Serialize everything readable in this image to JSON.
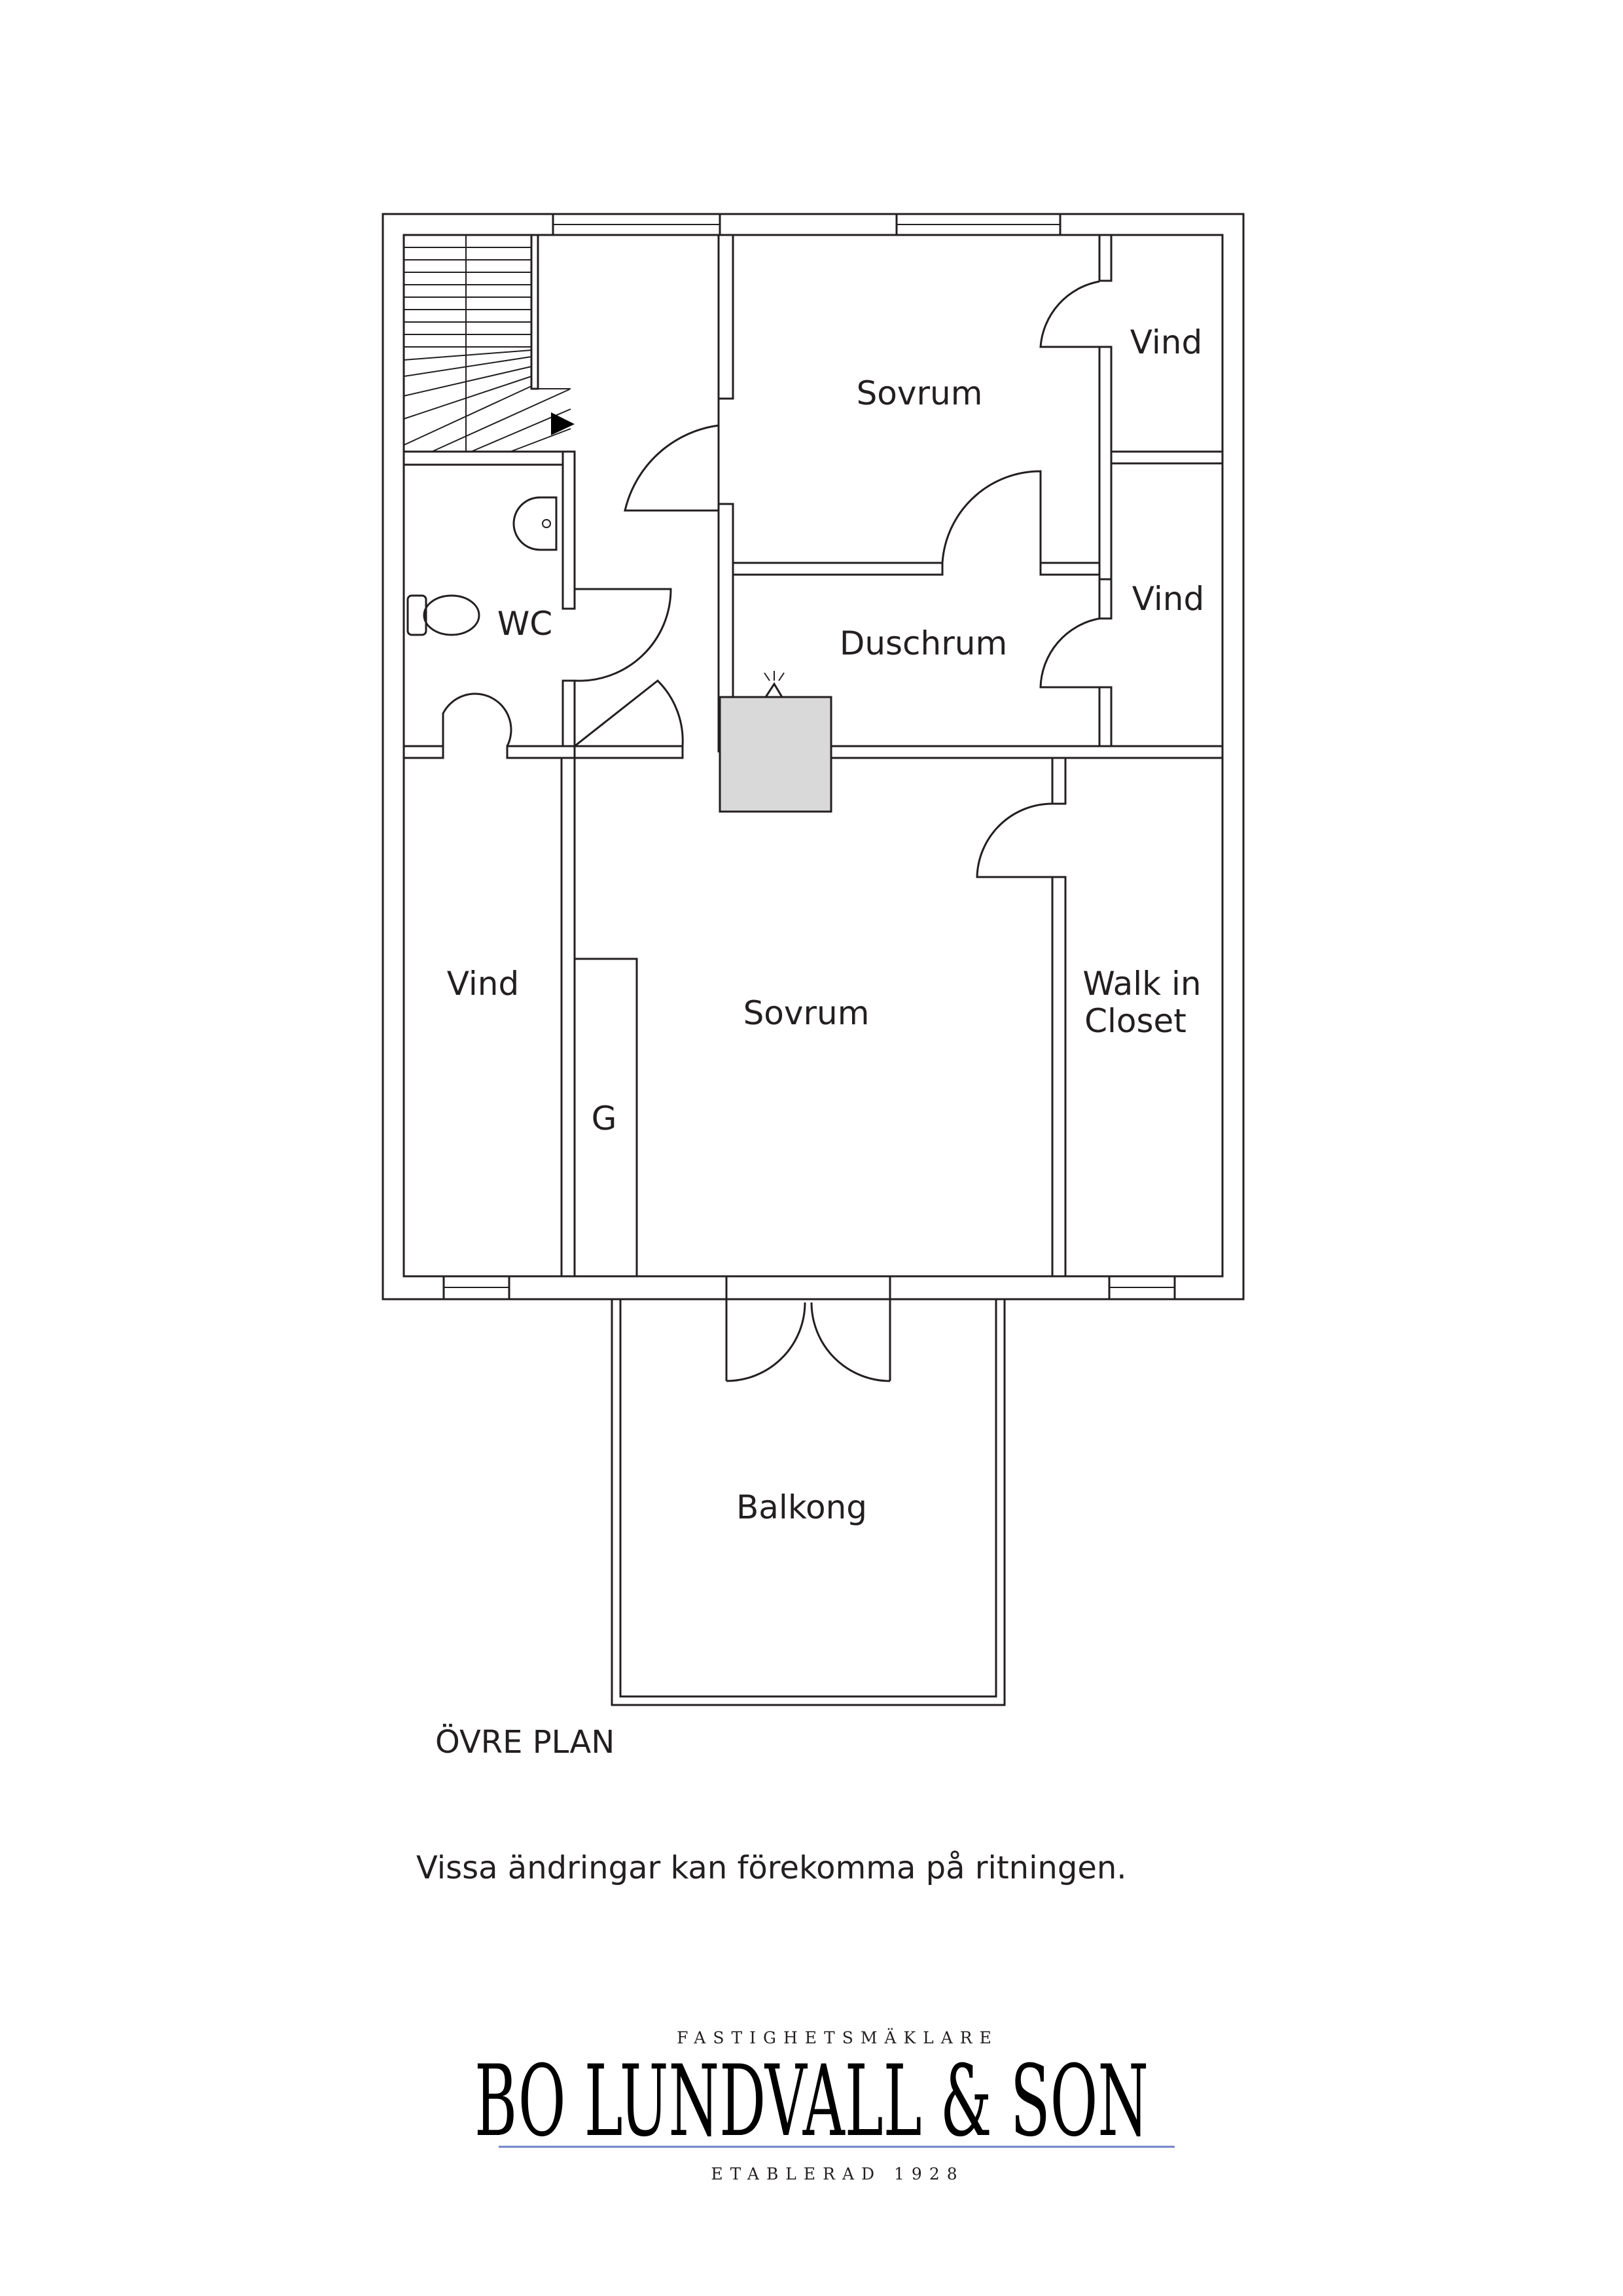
{
  "plan": {
    "rooms": {
      "sovrum_upper": "Sovrum",
      "vind_top_right": "Vind",
      "vind_mid_right": "Vind",
      "duschrum": "Duschrum",
      "wc": "WC",
      "vind_left": "Vind",
      "sovrum_main": "Sovrum",
      "walk_in_closet_line1": "Walk in",
      "walk_in_closet_line2": "Closet",
      "g": "G",
      "balkong": "Balkong"
    },
    "floor_label": "ÖVRE PLAN",
    "disclaimer": "Vissa ändringar kan förekomma på ritningen."
  },
  "logo": {
    "tagline": "FASTIGHETSMÄKLARE",
    "name": "BO LUNDVALL & SON",
    "established": "ETABLERAD 1928",
    "rule_color": "#6f7fc9"
  }
}
